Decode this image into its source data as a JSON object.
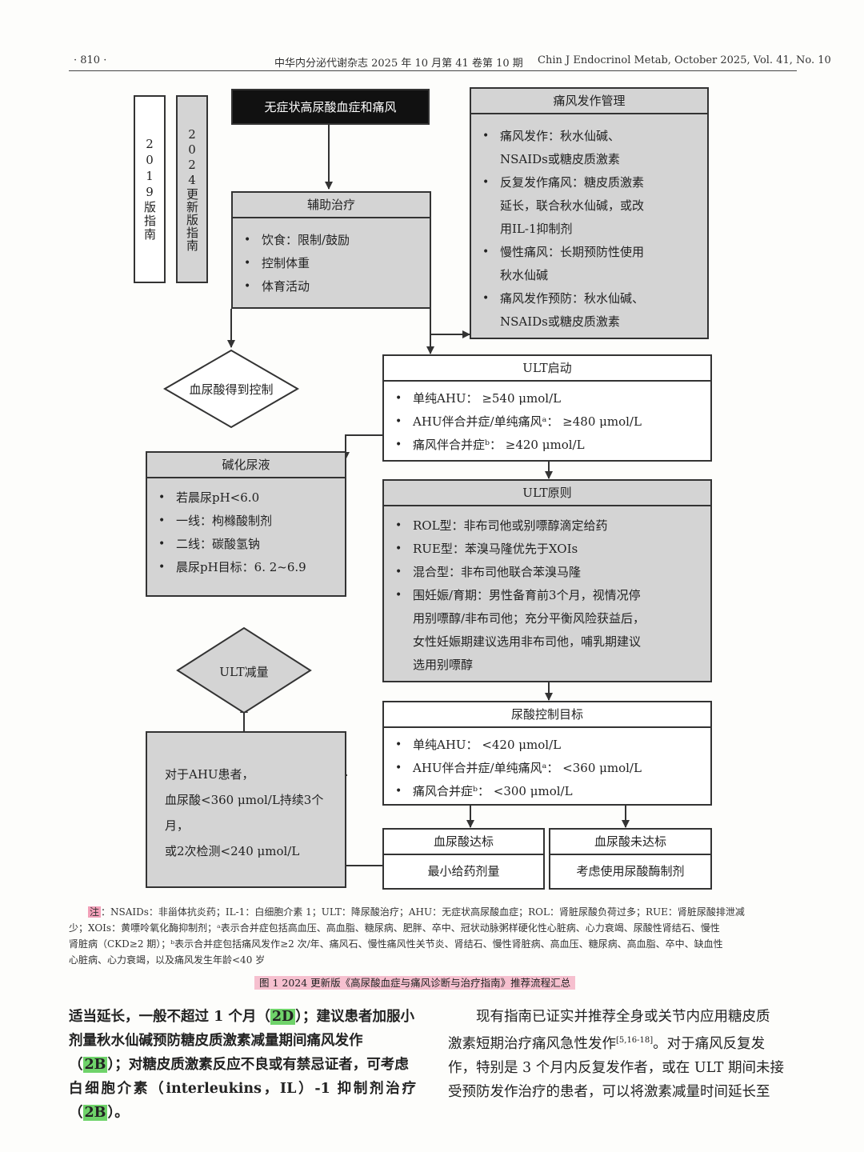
{
  "header": {
    "page_number": "· 810 ·",
    "journal_cn": "中华内分泌代谢杂志 2025 年 10 月第 41 卷第 10 期",
    "journal_en": "Chin J Endocrinol Metab, October 2025, Vol. 41, No. 10"
  },
  "flowchart": {
    "legend_2019": "2019版指南",
    "legend_2024": "2024更新版指南",
    "start": "无症状高尿酸血症和痛风",
    "adjuvant": {
      "title": "辅助治疗",
      "items": [
        "饮食：限制/鼓励",
        "控制体重",
        "体育活动"
      ]
    },
    "gout_flare": {
      "title": "痛风发作管理",
      "items": [
        {
          "l1": "痛风发作：秋水仙碱、",
          "l2": "NSAIDs或糖皮质激素",
          "l3": ""
        },
        {
          "l1": "反复发作痛风：糖皮质激素",
          "l2": "延长，联合秋水仙碱，或改",
          "l3": "用IL-1抑制剂"
        },
        {
          "l1": "慢性痛风：长期预防性使用",
          "l2": "秋水仙碱",
          "l3": ""
        },
        {
          "l1": "痛风发作预防：秋水仙碱、",
          "l2": "NSAIDs或糖皮质激素",
          "l3": ""
        }
      ]
    },
    "controlled": "血尿酸得到控制",
    "ult_start": {
      "title": "ULT启动",
      "items": [
        "单纯AHU：  ≥540 μmol/L",
        "AHU伴合并症/单纯痛风ᵃ：  ≥480 μmol/L",
        "痛风伴合并症ᵇ：  ≥420 μmol/L"
      ]
    },
    "alkalize": {
      "title": "碱化尿液",
      "items": [
        "若晨尿pH<6.0",
        "一线：枸橼酸制剂",
        "二线：碳酸氢钠",
        "晨尿pH目标：6. 2~6.9"
      ]
    },
    "ult_principle": {
      "title": "ULT原则",
      "items": [
        "ROL型：非布司他或别嘌醇滴定给药",
        "RUE型：苯溴马隆优先于XOIs",
        "混合型：非布司他联合苯溴马隆"
      ],
      "pregnancy": [
        "围妊娠/育期：男性备育前3个月，视情况停",
        "用别嘌醇/非布司他；充分平衡风险获益后，",
        "女性妊娠期建议选用非布司他，哺乳期建议",
        "选用别嘌醇"
      ]
    },
    "ult_reduce": "ULT减量",
    "ahu_box": [
      "对于AHU患者，",
      "血尿酸<360 μmol/L持续3个月，",
      "或2次检测<240 μmol/L"
    ],
    "target": {
      "title": "尿酸控制目标",
      "items": [
        "单纯AHU：  <420 μmol/L",
        "AHU伴合并症/单纯痛风ᵃ：  <360 μmol/L",
        "痛风合并症ᵇ：  <300 μmol/L"
      ]
    },
    "reached": {
      "title": "血尿酸达标",
      "body": "最小给药剂量"
    },
    "not_reached": {
      "title": "血尿酸未达标",
      "body": "考虑使用尿酸酶制剂"
    }
  },
  "note": {
    "mark": "注",
    "lines": [
      "：NSAIDs：非甾体抗炎药；IL-1：白细胞介素 1；ULT：降尿酸治疗；AHU：无症状高尿酸血症；ROL：肾脏尿酸负荷过多；RUE：肾脏尿酸排泄减",
      "少；XOIs：黄嘌呤氧化酶抑制剂；ᵃ表示合并症包括高血压、高血脂、糖尿病、肥胖、卒中、冠状动脉粥样硬化性心脏病、心力衰竭、尿酸性肾结石、慢性",
      "肾脏病（CKD≥2 期）；ᵇ表示合并症包括痛风发作≥2 次/年、痛风石、慢性痛风性关节炎、肾结石、慢性肾脏病、高血压、糖尿病、高血脂、卒中、缺血性",
      "心脏病、心力衰竭，以及痛风发生年龄<40 岁"
    ]
  },
  "figure_caption": "图 1   2024 更新版《高尿酸血症与痛风诊断与治疗指南》推荐流程汇总",
  "body": {
    "left": {
      "l1a": "适当延长，一般不超过 1 个月（",
      "g1": "2D",
      "l1b": "）；建议患者加服小",
      "l2": "剂量秋水仙碱预防糖皮质激素减量期间痛风发作",
      "l3a": "（",
      "g2": "2B",
      "l3b": "）；对糖皮质激素反应不良或有禁忌证者，可考虑",
      "l4a": "白细胞介素（interleukins，IL）-1 抑制剂治疗（",
      "g3": "2B",
      "l4b": "）。"
    },
    "right": {
      "l1": "现有指南已证实并推荐全身或关节内应用糖皮质",
      "l2a": "激素短期治疗痛风急性发作",
      "l2ref": "[5,16-18]",
      "l2b": "。对于痛风反复发",
      "l3": "作，特别是 3 个月内反复发作者，或在 ULT 期间未接",
      "l4": "受预防发作治疗的患者，可以将激素减量时间延长至"
    }
  }
}
